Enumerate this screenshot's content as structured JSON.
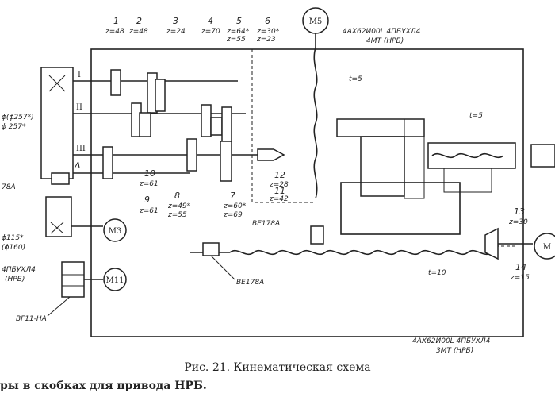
{
  "caption": "Рис. 21. Кинематическая схема",
  "footnote": "ры в скобках для привода НРБ.",
  "gears": [
    {
      "num": "1",
      "z": "z=48"
    },
    {
      "num": "2",
      "z": "z=48"
    },
    {
      "num": "3",
      "z": "z=24"
    },
    {
      "num": "4",
      "z": "z=70"
    },
    {
      "num": "5",
      "z1": "z=64*",
      "z2": "z=55"
    },
    {
      "num": "6",
      "z1": "z=30*",
      "z2": "z=23"
    },
    {
      "num": "7",
      "z1": "z=60*",
      "z2": "z=69"
    },
    {
      "num": "8",
      "z1": "z=49*",
      "z2": "z=55"
    },
    {
      "num": "9",
      "z": "z=61"
    },
    {
      "num": "10",
      "z": "z=61"
    },
    {
      "num": "11",
      "z": "z=42"
    },
    {
      "num": "12",
      "z": "z=28"
    },
    {
      "num": "13",
      "z": "z=30"
    },
    {
      "num": "14",
      "z": "z=15"
    }
  ],
  "shafts": [
    "I",
    "II",
    "III"
  ],
  "motors": {
    "m5": "M5",
    "m3": "M3",
    "m11": "M11",
    "m_right": "M"
  },
  "labels": {
    "m5_spec": "4AX62И00L 4ПБУХЛ4",
    "m5_spec2": "4МТ (НРБ)",
    "m_right_spec": "4AX62И00L 4ПБУХЛ4",
    "m_right_spec2": "3МТ (НРБ)",
    "pitch_top": "t=5",
    "pitch_right": "t=5",
    "pitch_bottom": "t=10",
    "pulley_top": "ϕ(ϕ257*)",
    "pulley_top2": "ϕ 257*",
    "pulley_bottom": "ϕ115*",
    "pulley_bottom2": "(ϕ160)",
    "motor_spec_left": "4ПБУХЛ4",
    "motor_spec_left2": "(НРБ)",
    "brake_left": "78А",
    "be_1": "ВЕ178А",
    "be_2": "ВЕ178А",
    "vg": "ВГ11-НА",
    "delta": "Δ"
  }
}
